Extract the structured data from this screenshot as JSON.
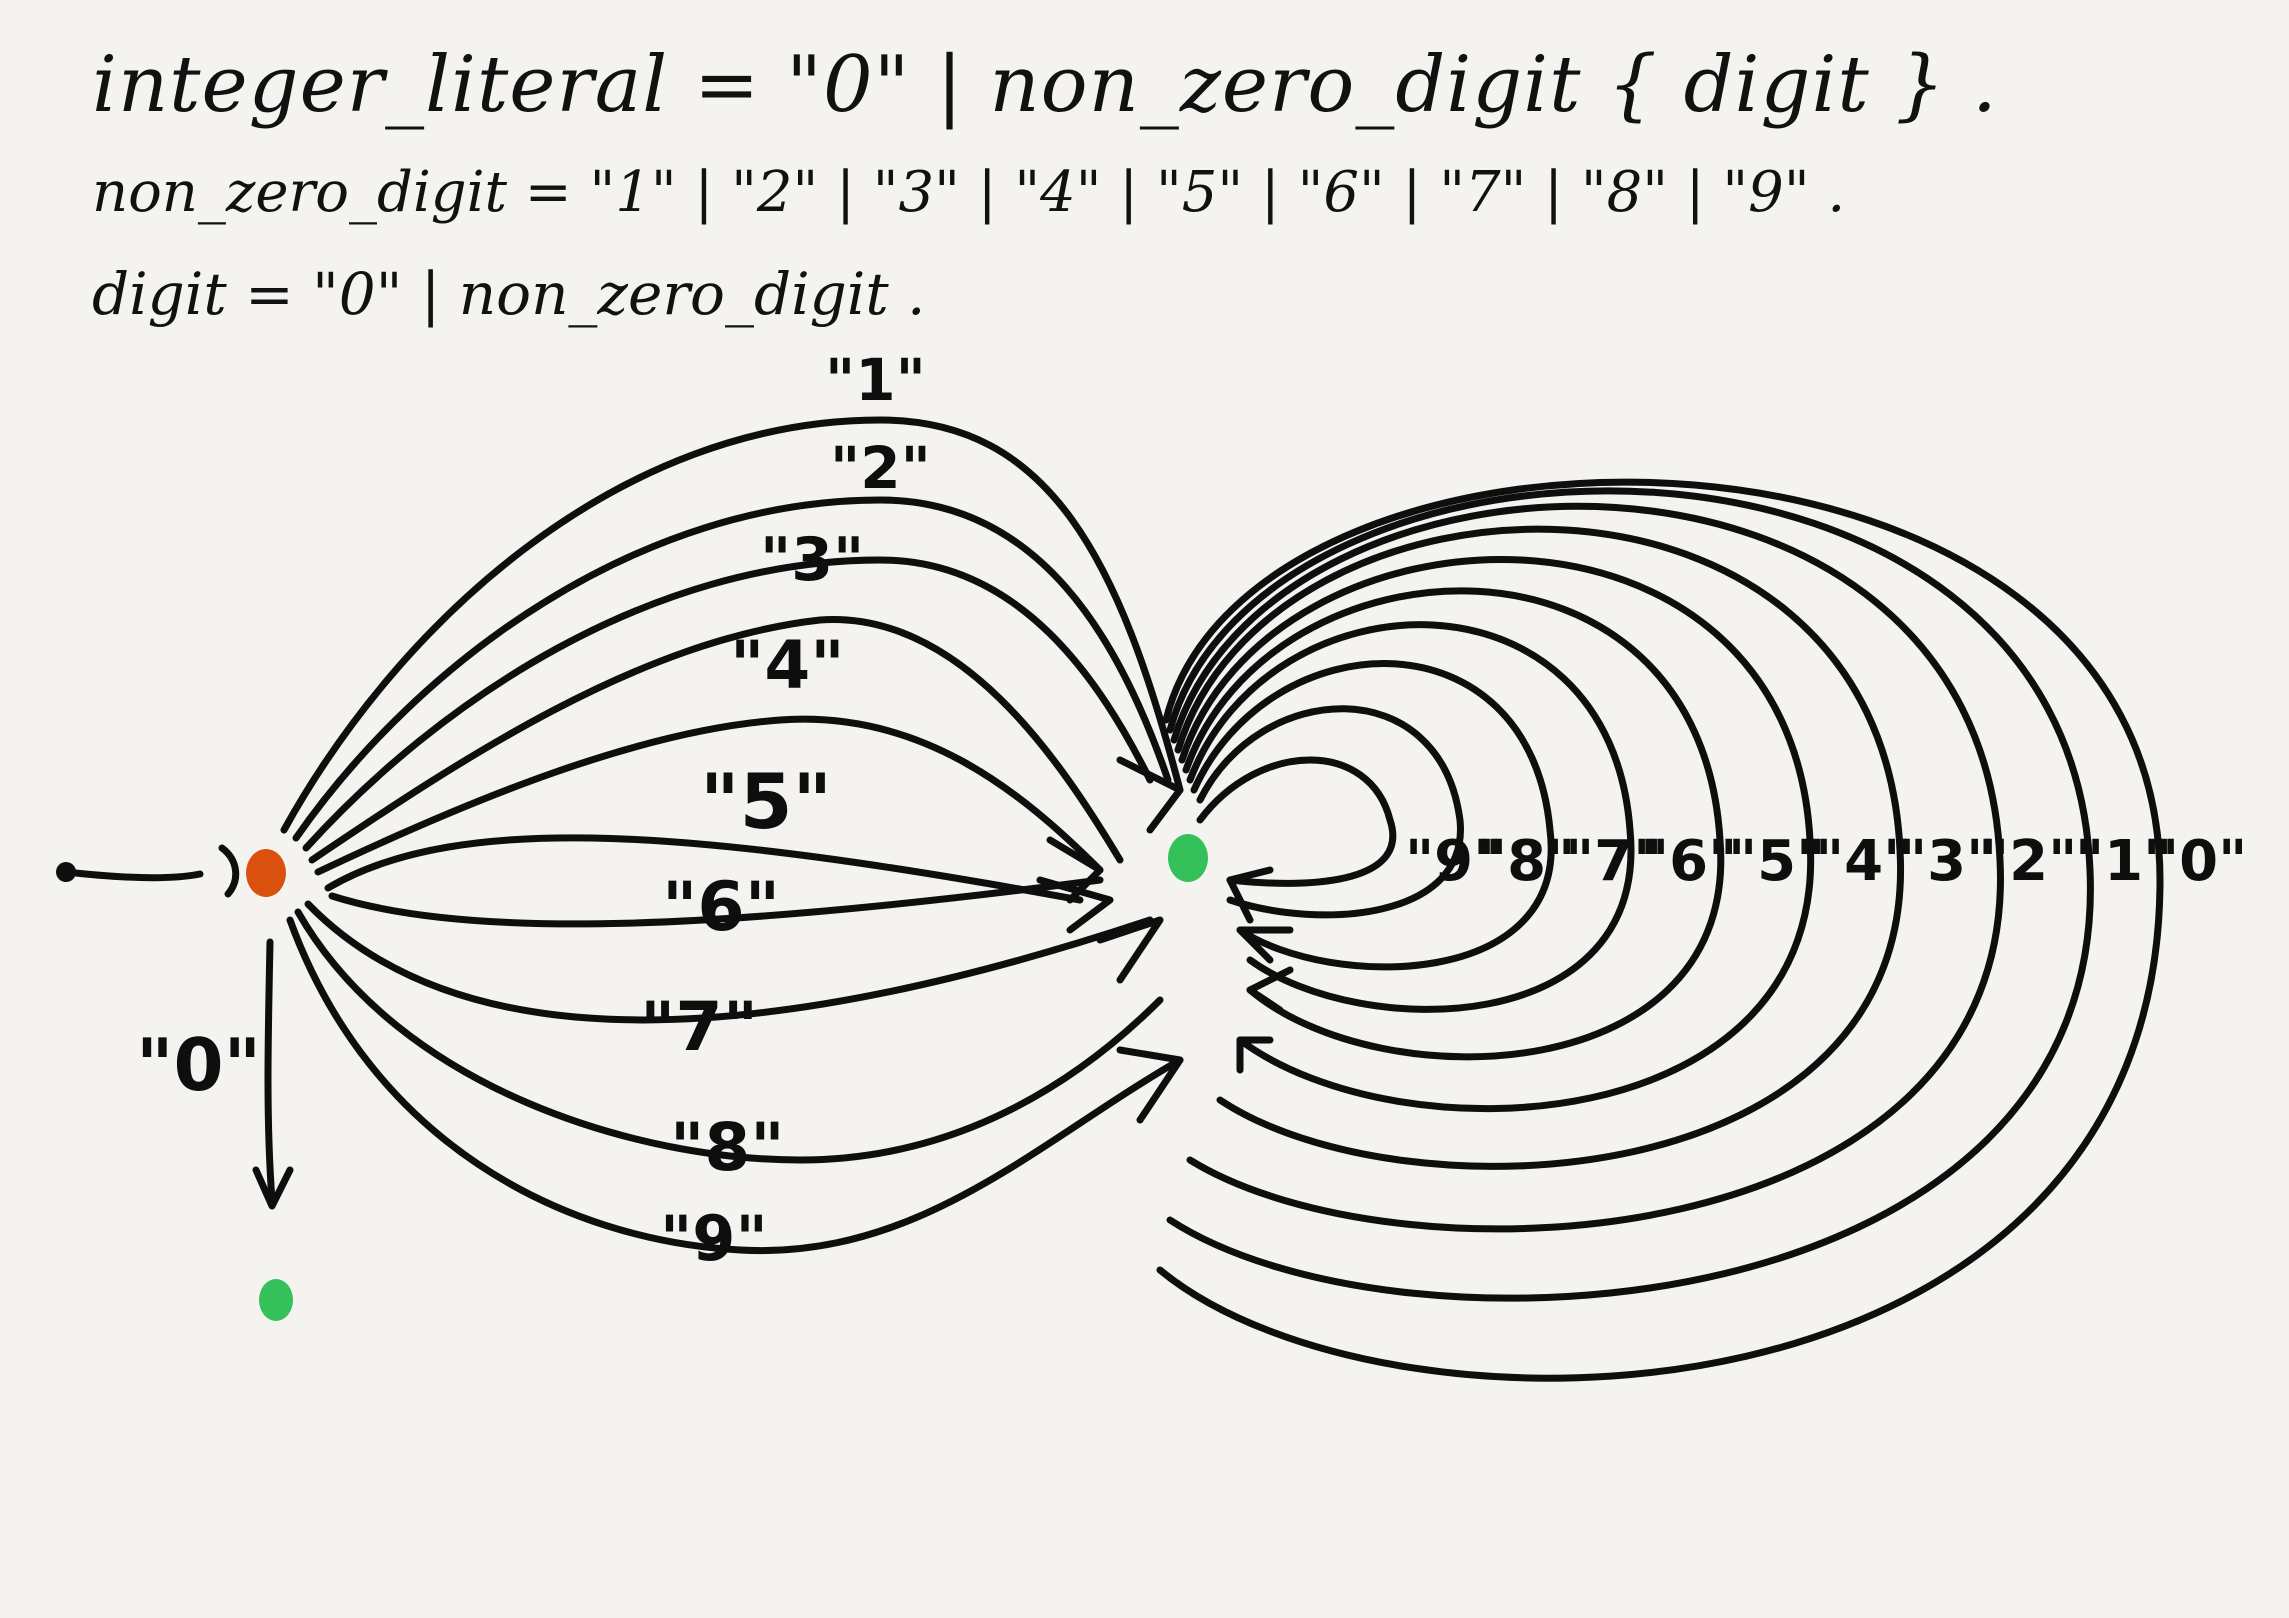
{
  "grammar": {
    "rule_integer_literal": "integer_literal = \"0\" | non_zero_digit { digit } .",
    "rule_non_zero_digit": "non_zero_digit = \"1\" | \"2\" | \"3\" | \"4\" | \"5\" | \"6\" | \"7\" | \"8\" | \"9\" .",
    "rule_digit": "digit = \"0\" | non_zero_digit ."
  },
  "diagram": {
    "start_to_accept_labels": [
      "\"1\"",
      "\"2\"",
      "\"3\"",
      "\"4\"",
      "\"5\"",
      "\"6\"",
      "\"7\"",
      "\"8\"",
      "\"9\""
    ],
    "zero_label": "\"0\"",
    "loop_labels": [
      "\"9\"",
      "\"8\"",
      "\"7\"",
      "\"6\"",
      "\"5\"",
      "\"4\"",
      "\"3\"",
      "\"2\"",
      "\"1\"",
      "\"0\""
    ],
    "colors": {
      "start_state": "#d9500f",
      "accept_state": "#34c15a",
      "ink": "#0e0e0e",
      "background": "#f4f3ef"
    }
  }
}
